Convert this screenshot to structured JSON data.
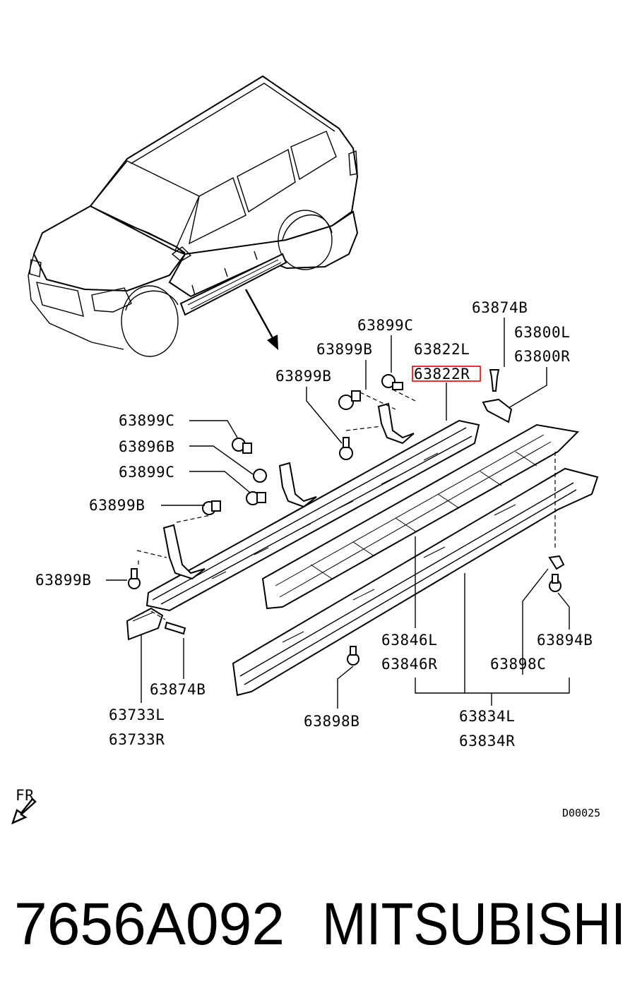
{
  "diagram": {
    "labels": {
      "l_63874B_top": "63874B",
      "l_63800L": "63800L",
      "l_63800R": "63800R",
      "l_63899C_top": "63899C",
      "l_63822L": "63822L",
      "l_63822R": "63822R",
      "l_63899B_a": "63899B",
      "l_63899B_b": "63899B",
      "l_63899C_left1": "63899C",
      "l_63896B": "63896B",
      "l_63899C_left2": "63899C",
      "l_63899B_left": "63899B",
      "l_63899B_bottom": "63899B",
      "l_63846L": "63846L",
      "l_63846R": "63846R",
      "l_63894B": "63894B",
      "l_63898C": "63898C",
      "l_63874B_bottom": "63874B",
      "l_63733L": "63733L",
      "l_63733R": "63733R",
      "l_63898B": "63898B",
      "l_63834L": "63834L",
      "l_63834R": "63834R"
    },
    "highlighted_part": "63822R",
    "highlight_color": "#e00000",
    "direction_label": "FR",
    "diagram_code": "D00025"
  },
  "footer": {
    "part_number": "7656A092",
    "brand": "MITSUBISHI"
  }
}
